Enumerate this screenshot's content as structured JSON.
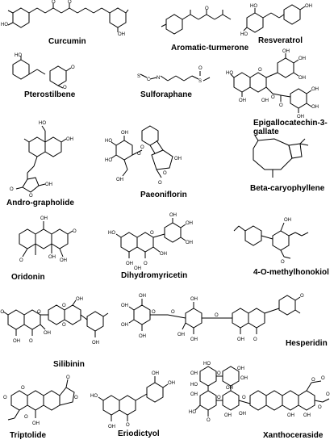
{
  "compounds": [
    {
      "name": "Curcumin",
      "atoms": [
        "HO",
        "OH",
        "O",
        "O"
      ]
    },
    {
      "name": "Aromatic-turmerone",
      "atoms": [
        "O"
      ]
    },
    {
      "name": "Resveratrol",
      "atoms": [
        "HO",
        "HO",
        "OH"
      ]
    },
    {
      "name": "Pterostilbene",
      "atoms": [
        "HO",
        "O",
        "O"
      ]
    },
    {
      "name": "Sulforaphane",
      "atoms": [
        "S",
        "C",
        "N",
        "S",
        "O"
      ]
    },
    {
      "name_line1": "Epigallocatechin-3-",
      "name_line2": "gallate",
      "atoms": [
        "HO",
        "OH",
        "OH",
        "OH",
        "O",
        "OH",
        "OH",
        "O",
        "OH",
        "OH",
        "O",
        "OH"
      ]
    },
    {
      "name": "Andro-grapholide",
      "atoms": [
        "HO",
        "OH",
        "O",
        "O",
        "OH"
      ]
    },
    {
      "name": "Paeoniflorin",
      "atoms": [
        "HO",
        "HO",
        "OH",
        "OH",
        "O",
        "O",
        "OH",
        "O",
        "O"
      ]
    },
    {
      "name": "Beta-caryophyllene",
      "atoms": []
    },
    {
      "name": "Oridonin",
      "atoms": [
        "OH",
        "O",
        "O",
        "OH",
        "OH"
      ]
    },
    {
      "name": "Dihydromyricetin",
      "atoms": [
        "HO",
        "OH",
        "OH",
        "OH",
        "O",
        "OH",
        "OH",
        "OH",
        "O"
      ]
    },
    {
      "name": "4-O-methylhonokiol",
      "atoms": [
        "OH",
        "O"
      ]
    },
    {
      "name": "Silibinin",
      "atoms": [
        "HO",
        "OH",
        "O",
        "OH",
        "O",
        "O",
        "O",
        "OH",
        "OH"
      ]
    },
    {
      "name": "Hesperidin",
      "atoms": [
        "OH",
        "OH",
        "OH",
        "OH",
        "O",
        "O",
        "O",
        "OH",
        "OH",
        "OH",
        "O",
        "OH",
        "O"
      ]
    },
    {
      "name": "Triptolide",
      "atoms": [
        "O",
        "O",
        "O",
        "O",
        "O",
        "OH"
      ]
    },
    {
      "name": "Eriodictyol",
      "atoms": [
        "HO",
        "OH",
        "OH",
        "O",
        "OH"
      ]
    },
    {
      "name": "Xanthoceraside",
      "atoms": [
        "HO",
        "OH",
        "OH",
        "OH",
        "HO",
        "OH",
        "O",
        "OH",
        "O",
        "O",
        "HO",
        "O",
        "OH",
        "OH",
        "O",
        "O",
        "O",
        "OH",
        "OH",
        "O"
      ]
    }
  ]
}
